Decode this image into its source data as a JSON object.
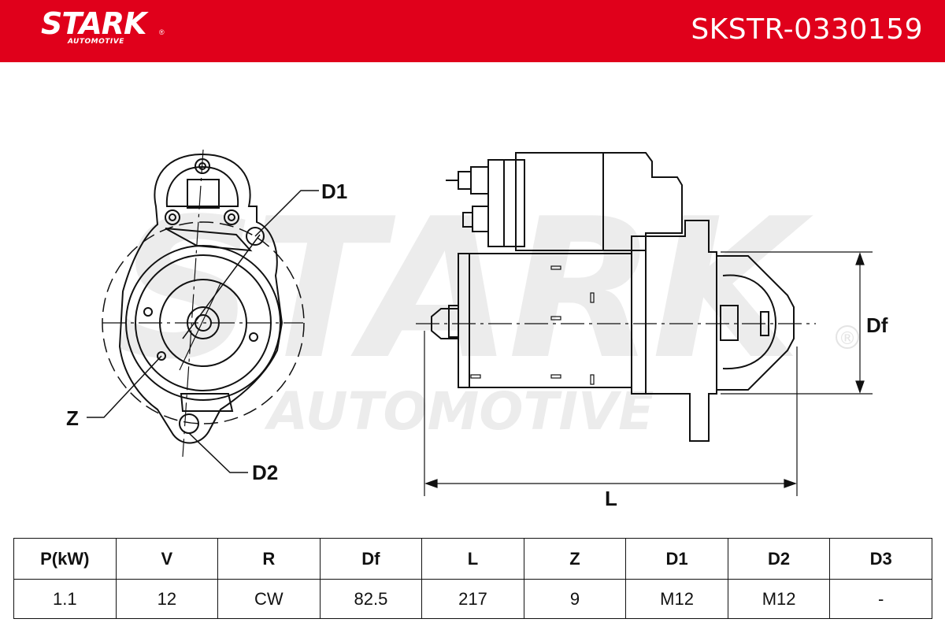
{
  "header": {
    "logo_main": "STARK",
    "logo_sub": "AUTOMOTIVE",
    "logo_reg": "®",
    "part_number": "SKSTR-0330159"
  },
  "watermark": {
    "main": "STARK",
    "sub": "AUTOMOTIVE",
    "reg": "®"
  },
  "drawing_labels": {
    "d1": "D1",
    "z": "Z",
    "d2": "D2",
    "df": "Df",
    "l": "L"
  },
  "spec_table": {
    "headers": [
      "P(kW)",
      "V",
      "R",
      "Df",
      "L",
      "Z",
      "D1",
      "D2",
      "D3"
    ],
    "values": [
      "1.1",
      "12",
      "CW",
      "82.5",
      "217",
      "9",
      "M12",
      "M12",
      "-"
    ]
  },
  "colors": {
    "brand_red": "#e0001b",
    "watermark_gray": "#ececec",
    "line": "#111111"
  }
}
